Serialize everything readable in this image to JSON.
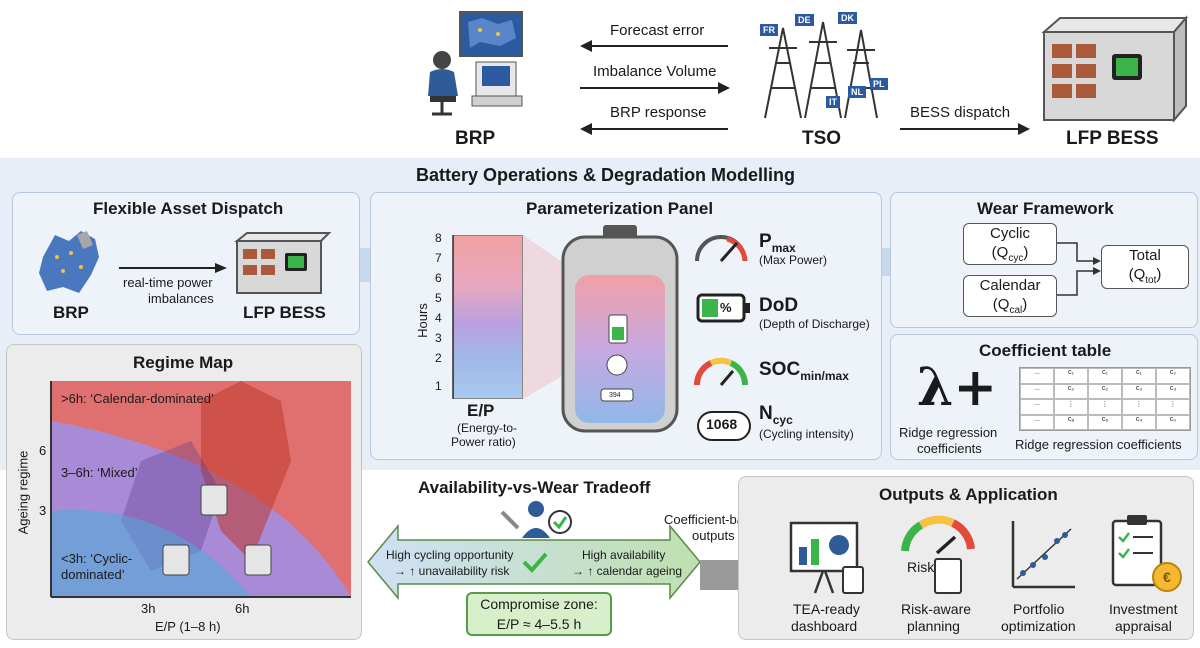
{
  "top": {
    "brp_label": "BRP",
    "tso_label": "TSO",
    "bess_label": "LFP BESS",
    "arrow_forecast": "Forecast error",
    "arrow_imbalance": "Imbalance Volume",
    "arrow_brp_response": "BRP response",
    "arrow_bess_dispatch": "BESS dispatch",
    "flags": [
      "FR",
      "DE",
      "DK",
      "IT",
      "NL",
      "PL"
    ]
  },
  "band_title": "Battery Operations & Degradation Modelling",
  "dispatch": {
    "title": "Flexible Asset Dispatch",
    "brp": "BRP",
    "bess": "LFP BESS",
    "arrow_text_1": "real-time power",
    "arrow_text_2": "imbalances"
  },
  "param": {
    "title": "Parameterization Panel",
    "axis_label": "Hours",
    "ticks": [
      "1",
      "2",
      "3",
      "4",
      "5",
      "6",
      "7",
      "8"
    ],
    "ep_label": "E/P",
    "ep_sub_1": "(Energy-to-",
    "ep_sub_2": "Power ratio)",
    "pmax": "P",
    "pmax_sub": "max",
    "pmax_desc": "(Max Power)",
    "dod": "DoD",
    "dod_desc": "(Depth of Discharge)",
    "dod_icon_text": "%",
    "soc": "SOC",
    "soc_sub": "min/max",
    "ncyc": "N",
    "ncyc_sub": "cyc",
    "ncyc_desc": "(Cycling intensity)",
    "ncyc_value": "1068",
    "cell_counter": "394"
  },
  "wear": {
    "title": "Wear Framework",
    "cyclic": "Cyclic",
    "cyclic_q": "(Q",
    "cyclic_sub": "cyc",
    "calendar": "Calendar",
    "calendar_sub": "cal",
    "total": "Total",
    "total_sub": "tot"
  },
  "coef": {
    "title": "Coefficient table",
    "lambda": "λ+",
    "ridge_left_1": "Ridge regression",
    "ridge_left_2": "coefficients",
    "ridge_right": "Ridge regression coefficients",
    "table": [
      [
        "...",
        "c₁",
        "c₁",
        "c₁",
        "c₂"
      ],
      [
        "...",
        "c₂",
        "c₂",
        "c₃",
        "c₃"
      ],
      [
        "...",
        "⋮",
        "⋮",
        "⋮",
        "⋮"
      ],
      [
        "...",
        "cₐ",
        "c₆",
        "c₄",
        "c₀"
      ]
    ]
  },
  "regime": {
    "title": "Regime Map",
    "zone_calendar": ">6h: ‘Calendar-dominated’",
    "zone_mixed": "3–6h: ‘Mixed’",
    "zone_cyclic_1": "<3h: ‘Cyclic-",
    "zone_cyclic_2": "dominated’",
    "ylabel": "Ageing regime",
    "ytick_6": "6",
    "ytick_3": "3",
    "xtick_3h": "3h",
    "xtick_6h": "6h",
    "xlabel": "E/P (1–8 h)"
  },
  "tradeoff": {
    "title": "Availability-vs-Wear Tradeoff",
    "left_1": "High cycling opportunity",
    "left_2": "→ ↑ unavailability risk",
    "right_1": "High availability",
    "right_2": "→ ↑ calendar ageing",
    "zone_1": "Compromise zone:",
    "zone_2": "E/P ≈ 4–5.5 h",
    "coef_out_1": "Coefficient-based",
    "coef_out_2": "outputs"
  },
  "outputs": {
    "title": "Outputs & Application",
    "items": [
      {
        "l1": "TEA-ready",
        "l2": "dashboard"
      },
      {
        "l1": "Risk-aware",
        "l2": "planning"
      },
      {
        "l1": "Portfolio",
        "l2": "optimization"
      },
      {
        "l1": "Investment",
        "l2": "appraisal"
      }
    ],
    "risk_word": "Risk",
    "euro": "€"
  },
  "colors": {
    "calendar_red": "#e07070",
    "mixed_purple": "#a98ad6",
    "cyclic_blue": "#7fa8dc",
    "panel_blue": "#eef3f9",
    "battery_green": "#3bb54a"
  }
}
